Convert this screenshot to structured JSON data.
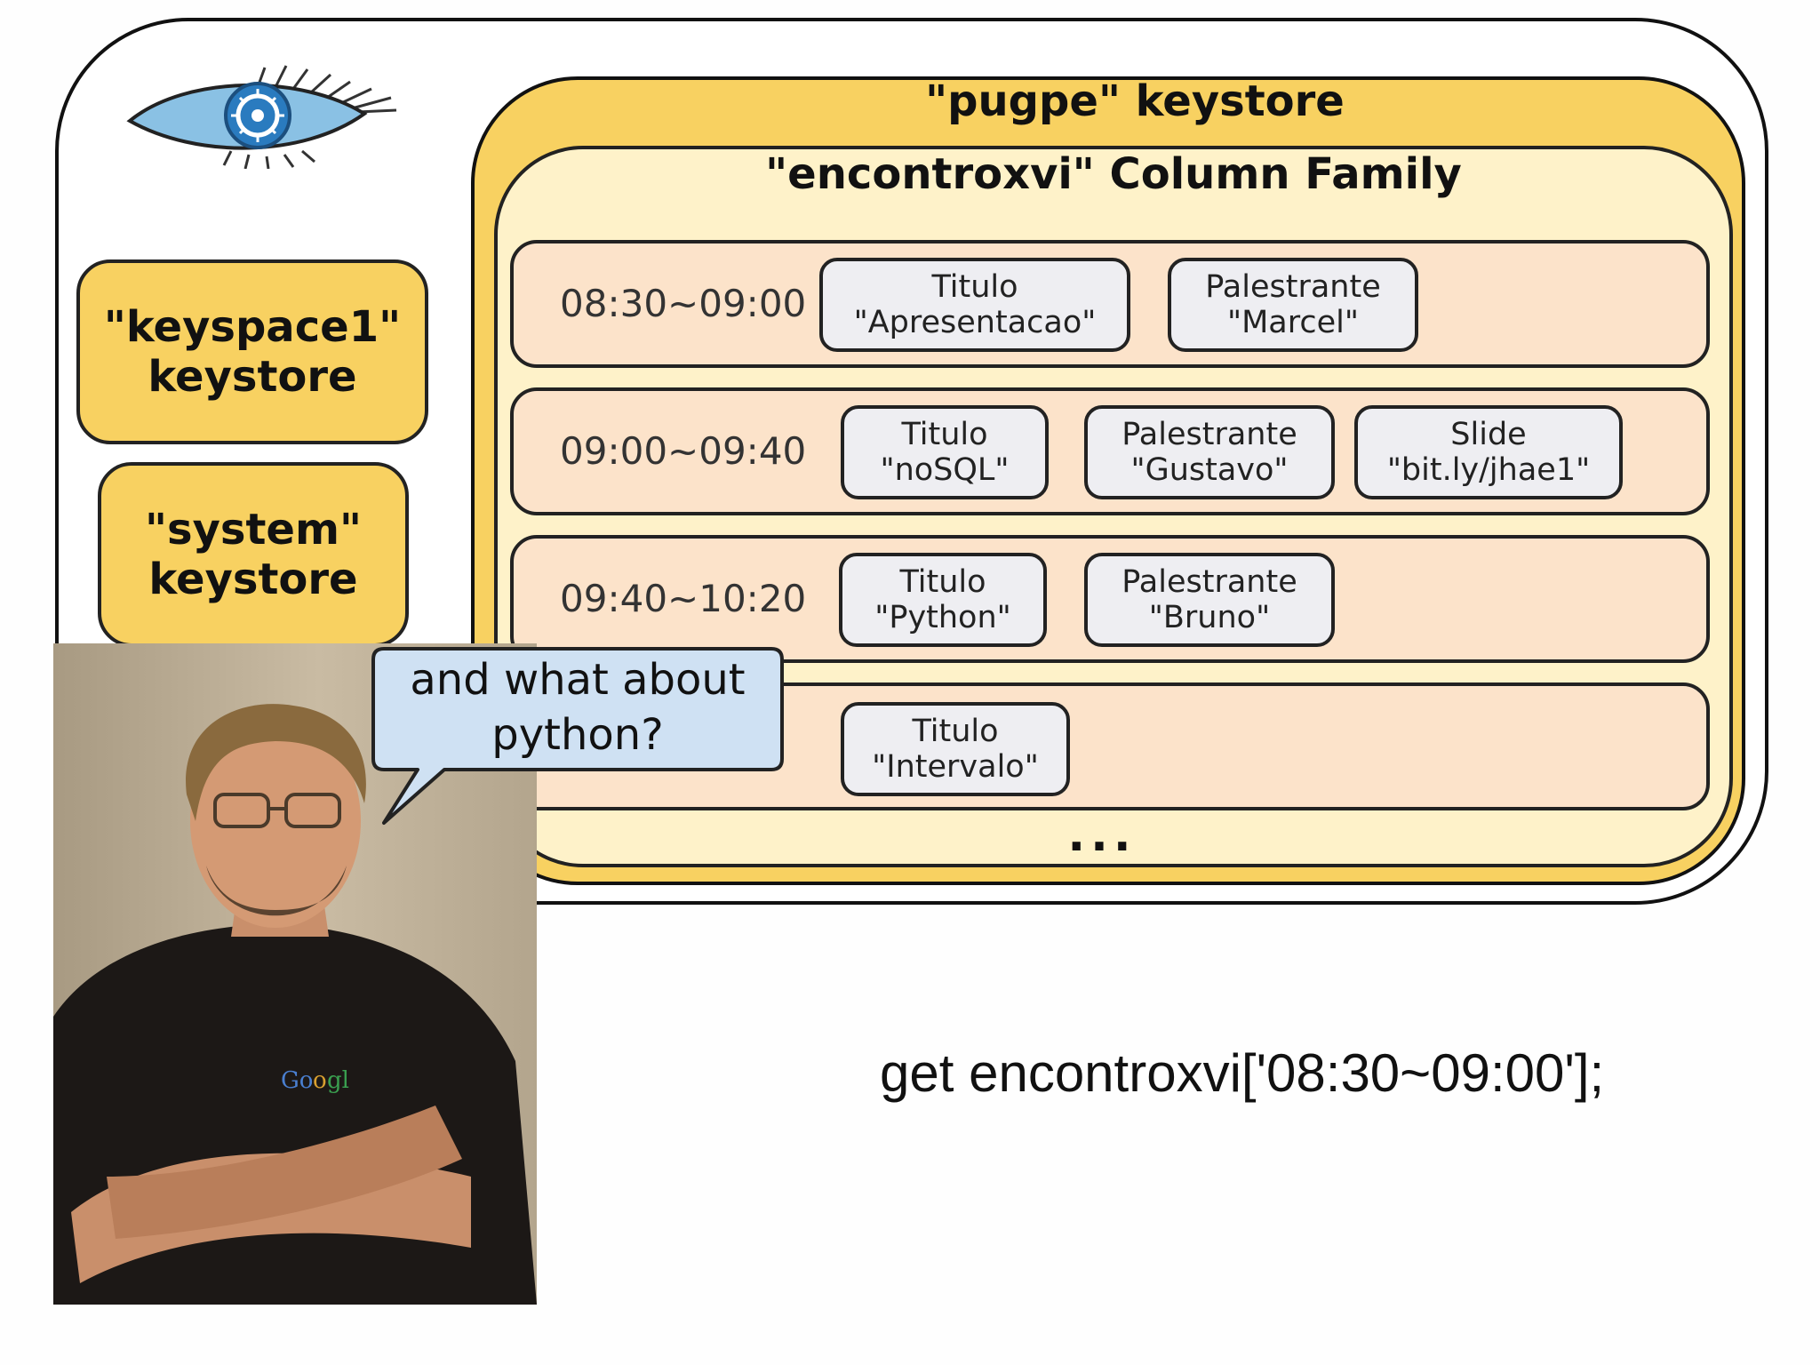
{
  "diagram": {
    "side_keystores": [
      {
        "line1": "\"keyspace1\"",
        "line2": "keystore"
      },
      {
        "line1": "\"system\"",
        "line2": "keystore"
      }
    ],
    "main_keystore_title": "\"pugpe\" keystore",
    "column_family_title": "\"encontroxvi\" Column Family",
    "rows": [
      {
        "key": "08:30~09:00",
        "columns": [
          {
            "name": "Titulo",
            "value": "\"Apresentacao\""
          },
          {
            "name": "Palestrante",
            "value": "\"Marcel\""
          }
        ]
      },
      {
        "key": "09:00~09:40",
        "columns": [
          {
            "name": "Titulo",
            "value": "\"noSQL\""
          },
          {
            "name": "Palestrante",
            "value": "\"Gustavo\""
          },
          {
            "name": "Slide",
            "value": "\"bit.ly/jhae1\""
          }
        ]
      },
      {
        "key": "09:40~10:20",
        "columns": [
          {
            "name": "Titulo",
            "value": "\"Python\""
          },
          {
            "name": "Palestrante",
            "value": "\"Bruno\""
          }
        ]
      },
      {
        "key": "",
        "columns": [
          {
            "name": "Titulo",
            "value": "\"Intervalo\""
          }
        ]
      }
    ],
    "more_rows": "..."
  },
  "speech_bubble": {
    "line1": "and what about",
    "line2": "python?"
  },
  "command": "get encontroxvi['08:30~09:00'];",
  "colors": {
    "keystore_fill": "#f8d161",
    "column_family_fill": "#fef2c9",
    "row_fill": "#fce3ca",
    "column_fill": "#eeeef2",
    "bubble_fill": "#cfe1f3"
  },
  "icons": {
    "logo": "cassandra-eye-logo"
  }
}
